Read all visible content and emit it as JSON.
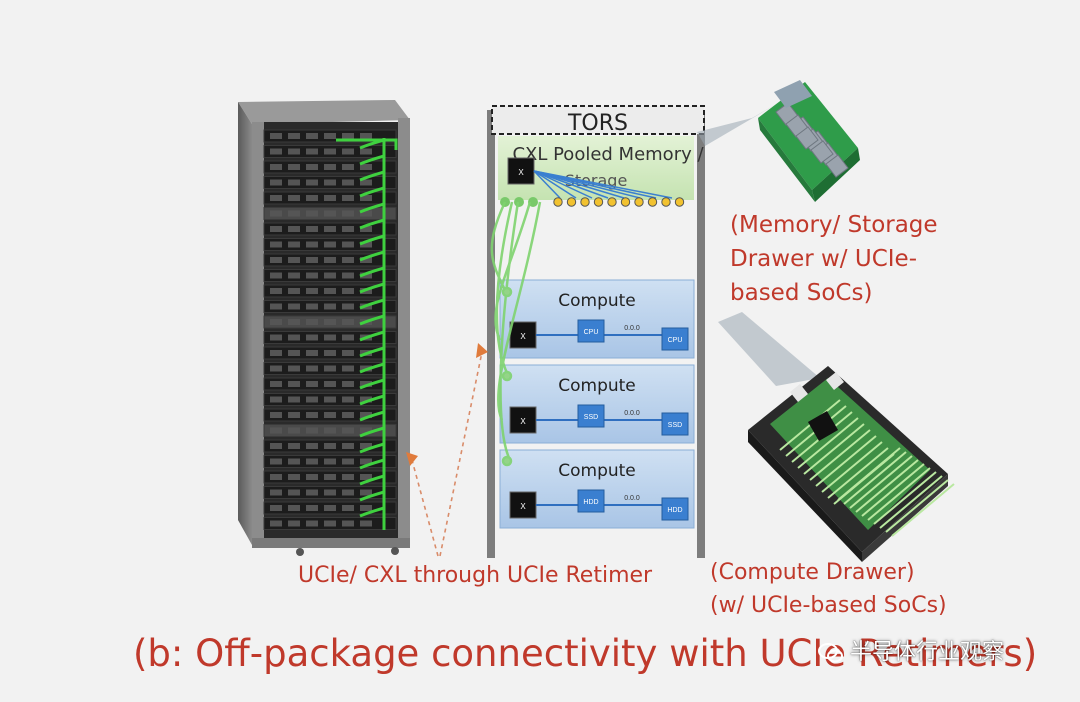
{
  "tors_label": "TORS",
  "pooled_memory_label_line1": "CXL Pooled Memory /",
  "pooled_memory_label_line2": "Storage",
  "chip_label": "X",
  "compute_drawers": [
    {
      "title": "Compute",
      "chip_a": "CPU",
      "dots": "0.0.0",
      "chip_b": "CPU"
    },
    {
      "title": "Compute",
      "chip_a": "SSD",
      "dots": "0.0.0",
      "chip_b": "SSD"
    },
    {
      "title": "Compute",
      "chip_a": "HDD",
      "dots": "0.0.0",
      "chip_b": "HDD"
    }
  ],
  "memory_drawer_label_lines": [
    "(Memory/ Storage",
    "Drawer w/ UCIe-",
    "based SoCs)"
  ],
  "compute_drawer_label_lines": [
    "(Compute Drawer)",
    "(w/ UCIe-based SoCs)"
  ],
  "retimer_label": "UCIe/ CXL through UCIe Retimer",
  "caption": "(b: Off-package connectivity with UCIe Retimers)",
  "watermark": "半导体行业观察",
  "colors": {
    "accent_red": "#c0392b",
    "link_green": "#3fd13f",
    "drawer_blue": "#bcd3ec",
    "pool_green": "#d3ecc4"
  }
}
